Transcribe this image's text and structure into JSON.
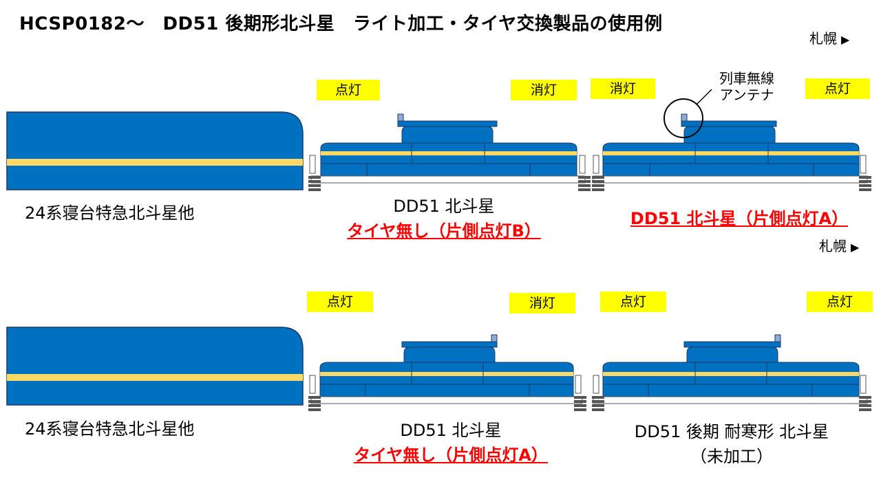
{
  "title": "HCSP0182～　DD51 後期形北斗星　ライト加工・タイヤ交換製品の使用例",
  "direction": {
    "label": "札幌",
    "arrow": "▶"
  },
  "row1": {
    "coach_label": "24系寝台特急北斗星他",
    "loco_b": {
      "left_tag": "点灯",
      "right_tag": "消灯",
      "name": "DD51 北斗星",
      "variant": "タイヤ無し（片側点灯B）"
    },
    "loco_a": {
      "left_tag": "消灯",
      "right_tag": "点灯",
      "name": "DD51 北斗星（片側点灯A）",
      "antenna_note_1": "列車無線",
      "antenna_note_2": "アンテナ"
    }
  },
  "row2": {
    "coach_label": "24系寝台特急北斗星他",
    "loco_a": {
      "left_tag": "点灯",
      "right_tag": "消灯",
      "name": "DD51 北斗星",
      "variant": "タイヤ無し（片側点灯A）"
    },
    "loco_orig": {
      "left_tag": "点灯",
      "right_tag": "点灯",
      "name": "DD51 後期 耐寒形 北斗星",
      "variant": "（未加工）"
    }
  },
  "colors": {
    "body_blue": "#0070c0",
    "stripe_yellow": "#ffd966",
    "tag_yellow": "#ffff00",
    "accent_red": "#ff0000"
  }
}
